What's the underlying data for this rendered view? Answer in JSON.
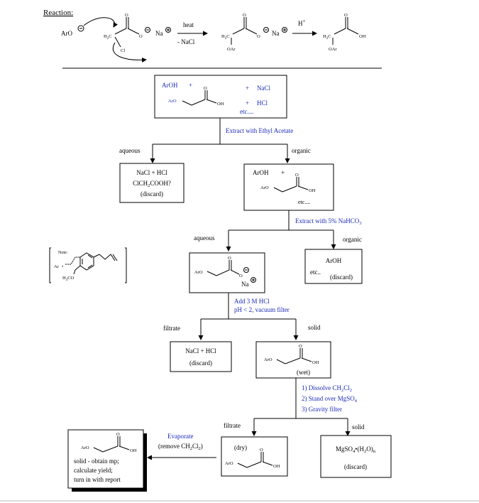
{
  "reaction": {
    "title": "Reaction:",
    "aro": "ArO",
    "h2c": "H",
    "h2c_sub": "2",
    "h2c_c": "C",
    "cl": "Cl",
    "o": "O",
    "na": "Na",
    "heat": "heat",
    "minus_nacl": "- NaCl",
    "h_plus": "H",
    "oh": "OH",
    "oar": "OAr"
  },
  "box1": {
    "aroh": "ArOH",
    "plus1": "+",
    "plus2": "+",
    "plus3": "+",
    "nacl": "NaCl",
    "hcl": "HCl",
    "etc": "etc....",
    "aro": "ArO",
    "oh": "OH",
    "o": "O",
    "c": "C"
  },
  "step1": "Extract with Ethyl Acetate",
  "split1": {
    "left": "aqueous",
    "right": "organic"
  },
  "box2": {
    "line1": "NaCl + HCl",
    "line2a": "ClCH",
    "line2sub": "2",
    "line2b": "COOH?",
    "line3": "(discard)"
  },
  "box3": {
    "aroh": "ArOH",
    "plus": "+",
    "aro": "ArO",
    "oh": "OH",
    "o": "O",
    "c": "C",
    "etc": "etc...."
  },
  "step2": {
    "text": "Extract with 5% NaHCO",
    "sub": "3"
  },
  "split2": {
    "left": "aqueous",
    "right": "organic"
  },
  "note": {
    "label": "Note:",
    "ar": "Ar",
    "h3co": "H",
    "h3co_sub": "3",
    "h3co_end": "CO"
  },
  "box4": {
    "aro": "ArO",
    "o": "O",
    "na": "Na",
    "c": "C"
  },
  "box5": {
    "aroh": "ArOH",
    "etc": "etc..",
    "discard": "(discard)"
  },
  "step3": {
    "line1": "Add 3 M HCl",
    "line2": "pH < 2, vacuum filter"
  },
  "split3": {
    "left": "filtrate",
    "right": "solid"
  },
  "box6": {
    "line1": "NaCl + HCl",
    "line2": "(discard)"
  },
  "box7": {
    "aro": "ArO",
    "oh": "OH",
    "o": "O",
    "c": "C",
    "wet": "(wet)"
  },
  "step4": {
    "line1a": "1)  Dissolve CH",
    "line1sub": "2",
    "line1b": "Cl",
    "line1sub2": "2",
    "line2a": "2)  Stand over MgSO",
    "line2sub": "4",
    "line3": "3)  Gravity filter"
  },
  "split4": {
    "left": "filtrate",
    "right": "solid"
  },
  "box8": {
    "dry": "(dry)",
    "aro": "ArO",
    "oh": "OH",
    "o": "O",
    "c": "C"
  },
  "box9": {
    "line1a": "MgSO",
    "line1sub": "4",
    "line1b": "•(H",
    "line1sub2": "2",
    "line1c": "O)",
    "line1sub3": "n",
    "line2": "(discard)"
  },
  "evaporate": {
    "line1": "Evaporate",
    "line2a": "(remove CH",
    "line2sub": "2",
    "line2b": "Cl",
    "line2sub2": "2",
    "line2c": ")"
  },
  "box10": {
    "aro": "ArO",
    "oh": "OH",
    "o": "O",
    "c": "C",
    "line1": "solid - obtain mp;",
    "line2": "calculate yield;",
    "line3": "turn in with report"
  }
}
